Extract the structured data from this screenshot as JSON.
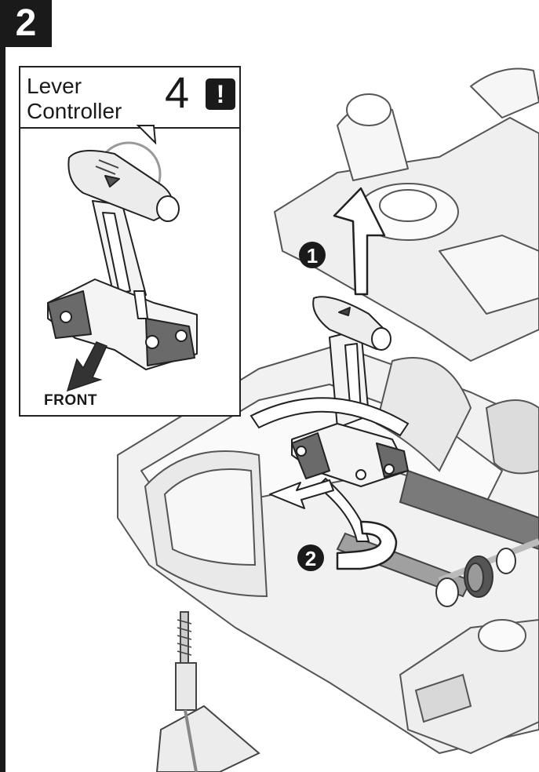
{
  "step": {
    "number": "2"
  },
  "callout": {
    "line1": "Lever",
    "line2": "Controller",
    "part_number": "4",
    "warning_icon": "exclamation-icon",
    "warning_symbol": "!",
    "direction_label": "FRONT"
  },
  "action_markers": [
    {
      "number": "1",
      "action": "pull-up-arrow"
    },
    {
      "number": "2",
      "action": "rotate-arrow"
    }
  ],
  "colors": {
    "ink": "#1a1a1a",
    "line": "#555555",
    "light_gray": "#e4e4e4",
    "mid_gray": "#c8c8c8",
    "dark_gray": "#6a6a6a"
  }
}
